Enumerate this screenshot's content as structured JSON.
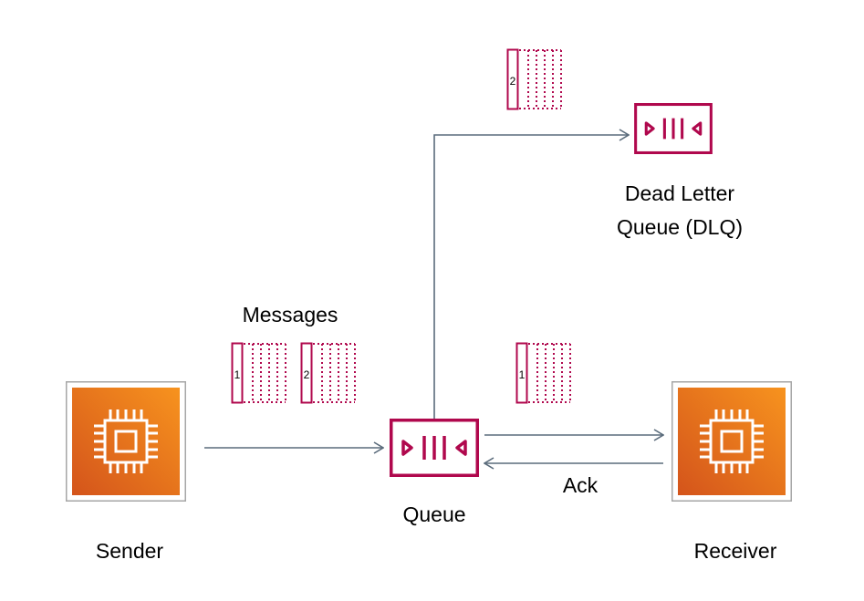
{
  "nodes": {
    "sender": {
      "label": "Sender"
    },
    "receiver": {
      "label": "Receiver"
    },
    "queue": {
      "label": "Queue"
    },
    "dlq": {
      "label_line1": "Dead Letter",
      "label_line2": "Queue (DLQ)"
    }
  },
  "edges": {
    "ack": {
      "label": "Ack"
    }
  },
  "messages": {
    "title": "Messages",
    "sender_batch": [
      "1",
      "2"
    ],
    "to_receiver": "1",
    "to_dlq": "2"
  },
  "colors": {
    "compute_orange_top": "#f7931e",
    "compute_orange_bottom": "#d4541b",
    "compute_frame": "#a6a6a6",
    "queue_magenta": "#b0084d",
    "arrow_gray": "#5a6b7b",
    "icon_white": "#ffffff"
  },
  "icons": {
    "compute": "chip-icon",
    "queue": "queue-icon",
    "message": "message-icon"
  }
}
